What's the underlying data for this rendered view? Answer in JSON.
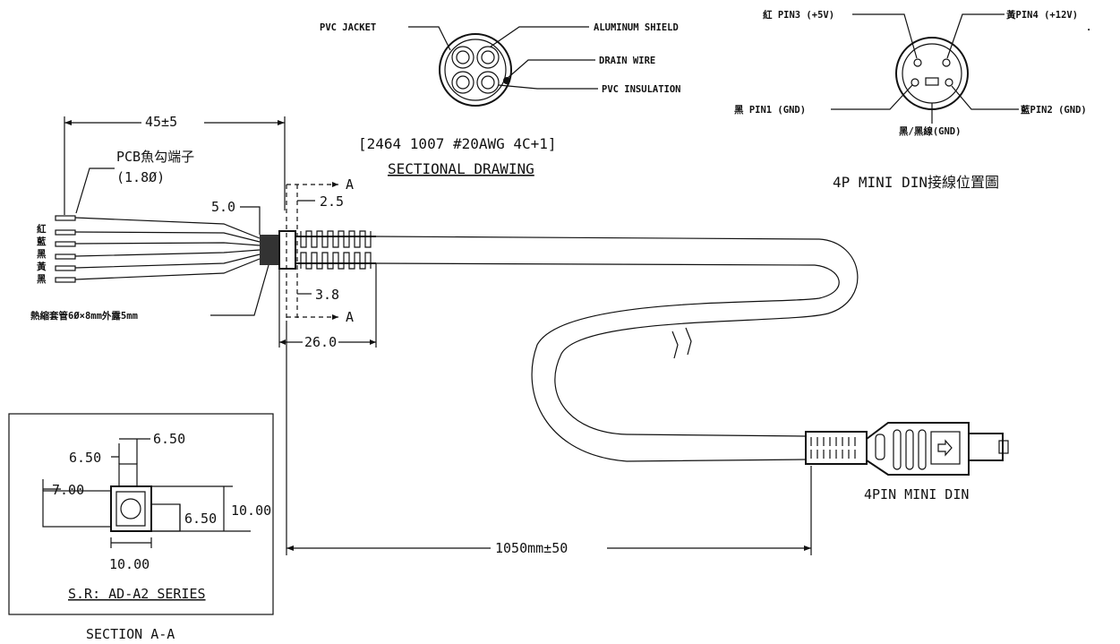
{
  "cross_section": {
    "pvc_jacket": "PVC JACKET",
    "aluminum_shield": "ALUMINUM SHIELD",
    "drain_wire": "DRAIN WIRE",
    "pvc_insulation": "PVC INSULATION",
    "cable_spec": "[2464 1007 #20AWG 4C+1]",
    "title": "SECTIONAL DRAWING"
  },
  "pinout": {
    "pin3": "紅 PIN3 (+5V)",
    "pin4": "黃PIN4 (+12V)",
    "pin1": "黑 PIN1 (GND)",
    "pin2": "藍PIN2 (GND)",
    "shield": "黑/黑線(GND)",
    "title": "4P MINI DIN接線位置圖"
  },
  "wire_end": {
    "length": "45±5",
    "terminal_label": "PCB魚勾端子",
    "terminal_size": "(1.8Ø)",
    "colors": [
      "紅",
      "藍",
      "黑",
      "黃",
      "黑"
    ],
    "strip": "5.0",
    "heat_shrink": "熱縮套管6Ø×8mm外露5mm"
  },
  "strain_relief": {
    "section_mark": "A",
    "dim_top": "2.5",
    "dim_bottom": "3.8",
    "length": "26.0"
  },
  "cable": {
    "length": "1050mm±50"
  },
  "connector": {
    "label": "4PIN MINI DIN"
  },
  "section_box": {
    "dims": [
      "6.50",
      "6.50",
      "7.00",
      "6.50",
      "10.00",
      "10.00"
    ],
    "series": "S.R: AD-A2 SERIES",
    "title": "SECTION A-A"
  }
}
